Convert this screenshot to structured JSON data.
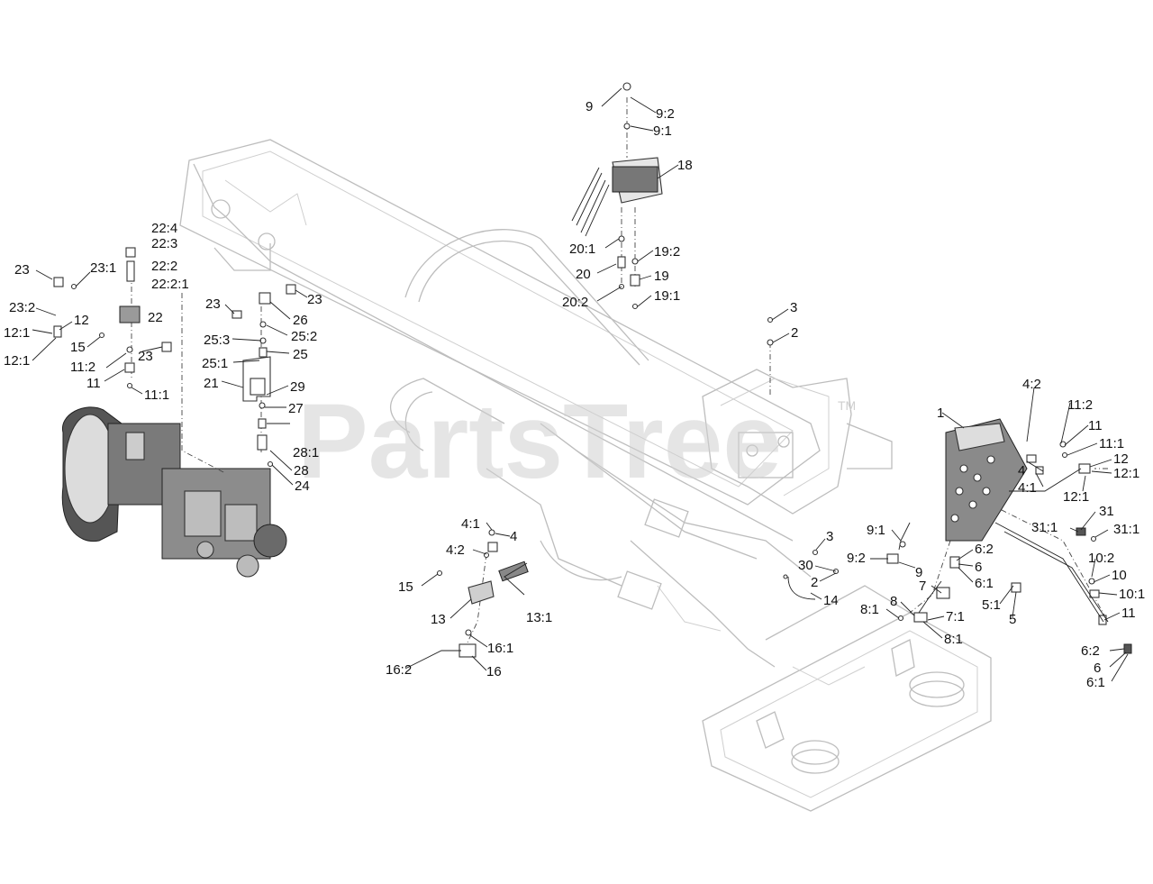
{
  "watermark": {
    "text": "PartsTree",
    "tm": "TM"
  },
  "callouts": [
    {
      "label": "9"
    },
    {
      "label": "9:2"
    },
    {
      "label": "9:1"
    },
    {
      "label": "18"
    },
    {
      "label": "20:1"
    },
    {
      "label": "19:2"
    },
    {
      "label": "20"
    },
    {
      "label": "19"
    },
    {
      "label": "20:2"
    },
    {
      "label": "19:1"
    },
    {
      "label": "22:4"
    },
    {
      "label": "22:3"
    },
    {
      "label": "23"
    },
    {
      "label": "23:1"
    },
    {
      "label": "22:2"
    },
    {
      "label": "22:2:1"
    },
    {
      "label": "23:2"
    },
    {
      "label": "12"
    },
    {
      "label": "22"
    },
    {
      "label": "12:1"
    },
    {
      "label": "15"
    },
    {
      "label": "23"
    },
    {
      "label": "12:1"
    },
    {
      "label": "11:2"
    },
    {
      "label": "11"
    },
    {
      "label": "11:1"
    },
    {
      "label": "23"
    },
    {
      "label": "23"
    },
    {
      "label": "26"
    },
    {
      "label": "25:3"
    },
    {
      "label": "25:2"
    },
    {
      "label": "25"
    },
    {
      "label": "25:1"
    },
    {
      "label": "21"
    },
    {
      "label": "29"
    },
    {
      "label": "27"
    },
    {
      "label": "28:1"
    },
    {
      "label": "28"
    },
    {
      "label": "24"
    },
    {
      "label": "3"
    },
    {
      "label": "2"
    },
    {
      "label": "1"
    },
    {
      "label": "4:2"
    },
    {
      "label": "11:2"
    },
    {
      "label": "11"
    },
    {
      "label": "11:1"
    },
    {
      "label": "4"
    },
    {
      "label": "12"
    },
    {
      "label": "12:1"
    },
    {
      "label": "4:1"
    },
    {
      "label": "12:1"
    },
    {
      "label": "31"
    },
    {
      "label": "31:1"
    },
    {
      "label": "31:1"
    },
    {
      "label": "9:1"
    },
    {
      "label": "3"
    },
    {
      "label": "9:2"
    },
    {
      "label": "9"
    },
    {
      "label": "30"
    },
    {
      "label": "2"
    },
    {
      "label": "6:2"
    },
    {
      "label": "6"
    },
    {
      "label": "6:1"
    },
    {
      "label": "10:2"
    },
    {
      "label": "10"
    },
    {
      "label": "7"
    },
    {
      "label": "14"
    },
    {
      "label": "10:1"
    },
    {
      "label": "5:1"
    },
    {
      "label": "8"
    },
    {
      "label": "8:1"
    },
    {
      "label": "7:1"
    },
    {
      "label": "5"
    },
    {
      "label": "11"
    },
    {
      "label": "8:1"
    },
    {
      "label": "6:2"
    },
    {
      "label": "6"
    },
    {
      "label": "6:1"
    },
    {
      "label": "4:1"
    },
    {
      "label": "4"
    },
    {
      "label": "4:2"
    },
    {
      "label": "15"
    },
    {
      "label": "13"
    },
    {
      "label": "13:1"
    },
    {
      "label": "16:1"
    },
    {
      "label": "16:2"
    },
    {
      "label": "16"
    }
  ]
}
